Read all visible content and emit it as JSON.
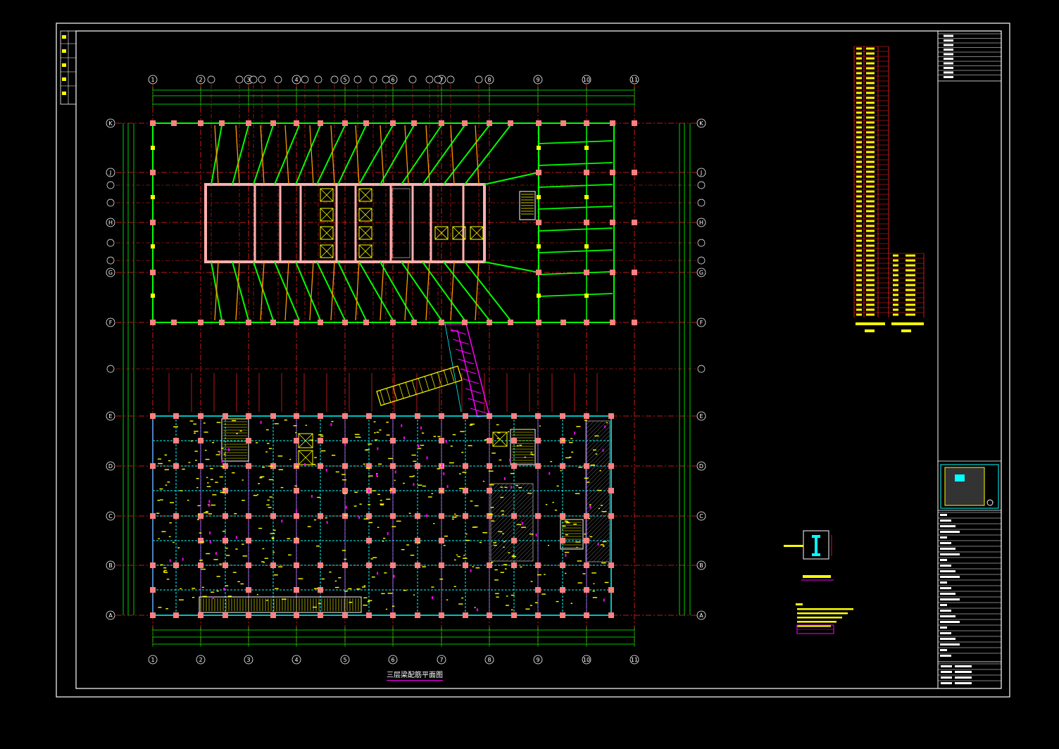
{
  "drawing": {
    "title": "三层梁配筋平面图",
    "axis_columns": [
      "1",
      "2",
      "3",
      "4",
      "5",
      "6",
      "7",
      "8",
      "9",
      "10",
      "11"
    ],
    "axis_rows": [
      "K",
      "J",
      "H",
      "G",
      "F",
      "E",
      "D",
      "C",
      "B",
      "A"
    ]
  },
  "colors": {
    "background": "#000000",
    "frame": "#ffffff",
    "axis_line": "#ff2020",
    "beam": "#00ff00",
    "column": "#ff8080",
    "wall": "#ffb0b0",
    "rebar": "#ffff00",
    "secondary_beam": "#ff9900",
    "cyan": "#00ffff",
    "magenta": "#ff00ff",
    "dim": "#00ff00"
  }
}
